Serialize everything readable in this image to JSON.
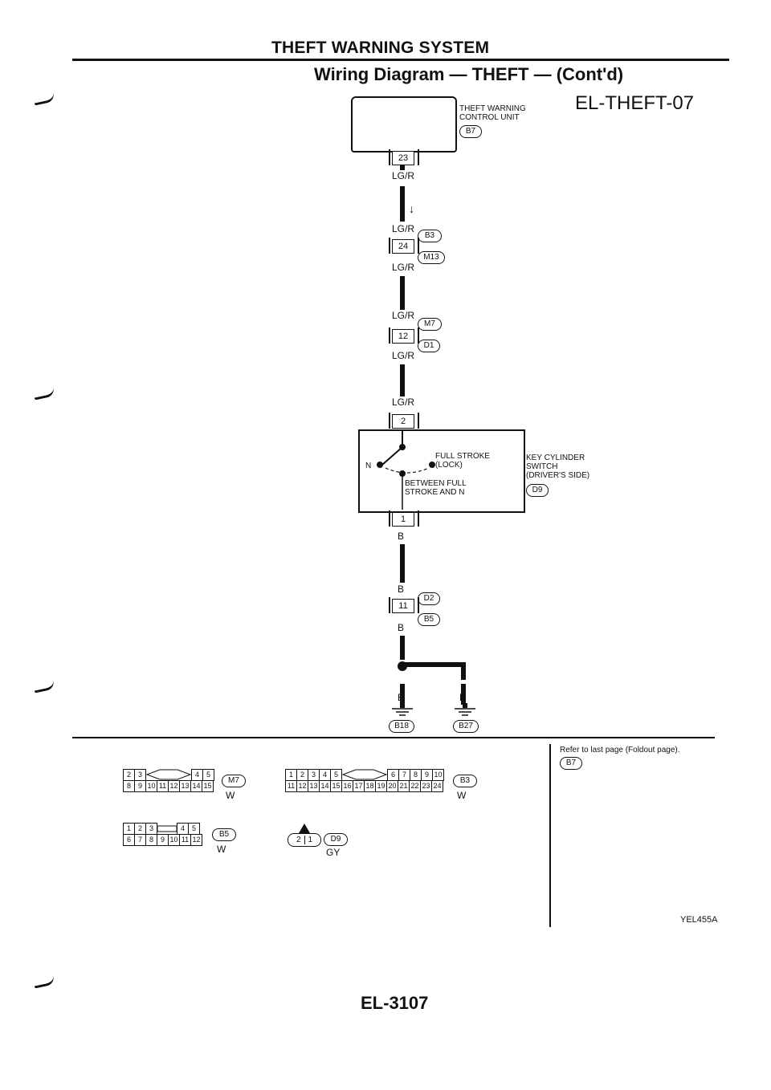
{
  "header": {
    "system_title": "THEFT WARNING SYSTEM",
    "diagram_title": "Wiring Diagram — THEFT — (Cont'd)",
    "diagram_code": "EL-THEFT-07"
  },
  "control_unit": {
    "label_line1": "THEFT WARNING",
    "label_line2": "CONTROL UNIT",
    "connector": "B7",
    "pin": "23"
  },
  "wire_segments": [
    {
      "color": "LG/R"
    },
    {
      "color": "LG/R"
    },
    {
      "color": "LG/R"
    },
    {
      "color": "LG/R"
    },
    {
      "color": "LG/R"
    },
    {
      "color": "LG/R"
    }
  ],
  "connector_m13": {
    "pin": "24",
    "upper": "B3",
    "lower": "M13"
  },
  "connector_d1": {
    "pin": "12",
    "upper": "M7",
    "lower": "D1"
  },
  "key_switch": {
    "input_pin": "2",
    "output_pin": "1",
    "n_label": "N",
    "lock_line1": "FULL STROKE",
    "lock_line2": "(LOCK)",
    "between_line1": "BETWEEN FULL",
    "between_line2": "STROKE AND N",
    "name_line1": "KEY CYLINDER",
    "name_line2": "SWITCH",
    "name_line3": "(DRIVER'S SIDE)",
    "connector": "D9"
  },
  "ground_wires": {
    "color1": "B",
    "color2": "B",
    "color3": "B",
    "color4": "B",
    "color5": "B",
    "color6": "B"
  },
  "connector_d2": {
    "pin": "11",
    "upper": "D2",
    "lower": "B5"
  },
  "grounds": {
    "left": "B18",
    "right": "B27"
  },
  "refer": {
    "text": "Refer to last page (Foldout page).",
    "connector": "B7"
  },
  "connector_faces": {
    "m7": {
      "top": [
        "2",
        "3",
        "4",
        "5"
      ],
      "bottom": [
        "8",
        "9",
        "10",
        "11",
        "12",
        "13",
        "14",
        "15"
      ],
      "id": "M7",
      "color": "W"
    },
    "b3": {
      "top": [
        "1",
        "2",
        "3",
        "4",
        "5",
        "6",
        "7",
        "8",
        "9",
        "10"
      ],
      "bottom": [
        "11",
        "12",
        "13",
        "14",
        "15",
        "16",
        "17",
        "18",
        "19",
        "20",
        "21",
        "22",
        "23",
        "24"
      ],
      "id": "B3",
      "color": "W"
    },
    "b5": {
      "top": [
        "1",
        "2",
        "3",
        "4",
        "5"
      ],
      "bottom": [
        "6",
        "7",
        "8",
        "9",
        "10",
        "11",
        "12"
      ],
      "id": "B5",
      "color": "W"
    },
    "d9": {
      "pins": [
        "2",
        "1"
      ],
      "id": "D9",
      "color": "GY"
    }
  },
  "figure_id": "YEL455A",
  "page_number": "EL-3107"
}
